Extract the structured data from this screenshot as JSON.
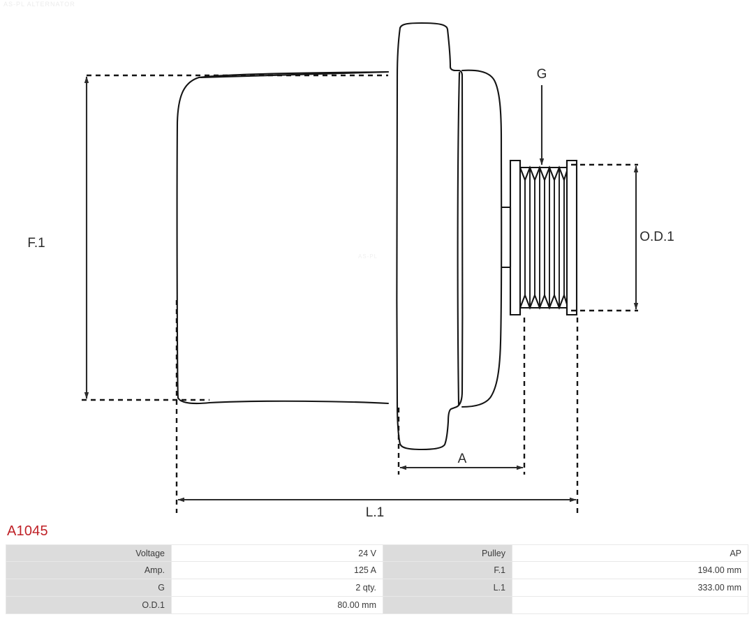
{
  "part": {
    "number": "A1045",
    "accent_color": "#bf2026"
  },
  "drawing": {
    "labels": {
      "f1": "F.1",
      "l1": "L.1",
      "od1": "O.D.1",
      "a": "A",
      "g": "G"
    },
    "watermark_top": "AS-PL  ALTERNATOR",
    "watermark_center": "AS-PL"
  },
  "spec_table": {
    "rows": [
      {
        "label_a": "Voltage",
        "value_a": "24 V",
        "label_b": "Pulley",
        "value_b": "AP"
      },
      {
        "label_a": "Amp.",
        "value_a": "125 A",
        "label_b": "F.1",
        "value_b": "194.00 mm"
      },
      {
        "label_a": "G",
        "value_a": "2 qty.",
        "label_b": "L.1",
        "value_b": "333.00 mm"
      },
      {
        "label_a": "O.D.1",
        "value_a": "80.00 mm",
        "label_b": "",
        "value_b": ""
      }
    ]
  }
}
